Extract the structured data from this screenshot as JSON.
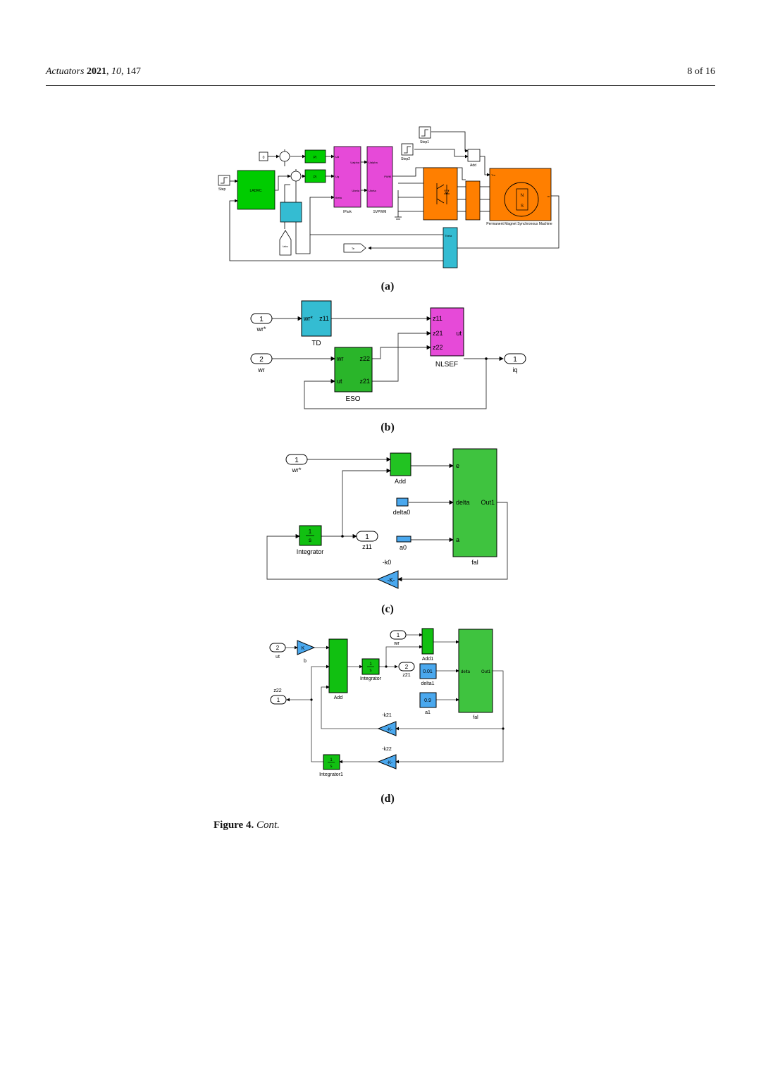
{
  "header": {
    "journal": "Actuators",
    "year": "2021",
    "volume": "10",
    "article": "147",
    "page": "8 of 16"
  },
  "colors": {
    "green": "#00cc00",
    "magenta": "#e64ad8",
    "orange": "#ff7f00",
    "cyan": "#34bcd2",
    "blue": "#4aa8ee"
  },
  "figure": {
    "label": "Figure 4.",
    "text": "Cont."
  },
  "panels": {
    "a": {
      "label": "a",
      "blocks": {
        "step": "Step",
        "step1": "Step1",
        "step2": "Step2",
        "add": "Add",
        "ladrc": "LADRC",
        "const": "0",
        "pi1": "PI",
        "pi2": "PI",
        "ipark": "IPark",
        "ipark_in1": "Ud",
        "ipark_in2": "Uq",
        "ipark_in3": "theta",
        "ipark_out1": "Ualpha",
        "ipark_out2": "Ubeta",
        "svpwm": "SVPWM",
        "svpwm_in1": "Ualpha",
        "svpwm_in2": "Ubeta",
        "svpwm_out": "PWM",
        "pmsm": "Permanent Magnet Synchronous Machine",
        "pmsm_tm": "Tm",
        "pmsm_m": "m",
        "pmsm_n": "N",
        "pmsm_s": "S",
        "iabc": "Iabc",
        "theta": "Theta",
        "te": "Te"
      }
    },
    "b": {
      "label": "b",
      "in1": "1",
      "in1_name": "wr*",
      "in2": "2",
      "in2_name": "wr",
      "out1": "1",
      "out1_name": "iq",
      "td": {
        "name": "TD",
        "in": "wr*",
        "out": "z11"
      },
      "eso": {
        "name": "ESO",
        "in1": "wr",
        "in2": "ut",
        "out1": "z22",
        "out2": "z21"
      },
      "nlsef": {
        "name": "NLSEF",
        "in1": "z11",
        "in2": "z21",
        "in3": "z22",
        "out": "ut"
      }
    },
    "c": {
      "label": "c",
      "in1": "1",
      "in1_name": "wr*",
      "out1": "1",
      "out1_name": "z11",
      "add": "Add",
      "delta0": "delta0",
      "a0": "a0",
      "integrator": "Integrator",
      "int_num": "1",
      "int_den": "s",
      "fal": "fal",
      "fal_e": "e",
      "fal_delta": "delta",
      "fal_a": "a",
      "fal_out": "Out1",
      "gain_label": "-k0",
      "gain": "-K-"
    },
    "d": {
      "label": "d",
      "in_ut": "2",
      "in_ut_name": "ut",
      "in_wr": "1",
      "in_wr_name": "wr",
      "out_z21": "2",
      "out_z21_name": "z21",
      "out_z22": "1",
      "out_z22_name": "z22",
      "gain_b": "K",
      "gain_b_name": "b",
      "add": "Add",
      "add1": "Add1",
      "integrator": "Integrator",
      "integrator1": "Integrator1",
      "int_num": "1",
      "int_den": "s",
      "delta1_val": "0.01",
      "delta1": "delta1",
      "a1_val": "0.9",
      "a1": "a1",
      "fal": "fal",
      "fal_delta": "delta",
      "fal_out": "Out1",
      "k21": "-k21",
      "k22": "-k22",
      "gain": "-K-"
    }
  }
}
